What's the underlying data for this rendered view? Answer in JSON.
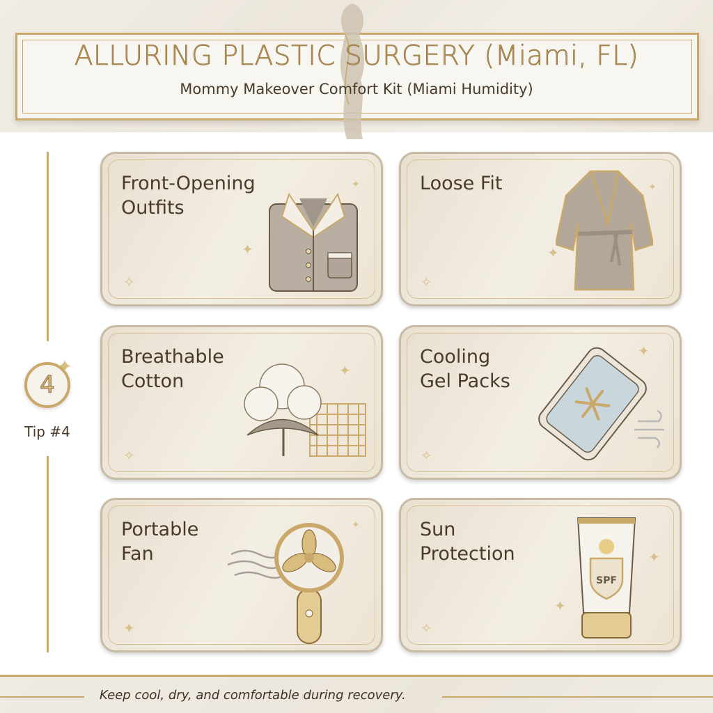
{
  "header": {
    "title": "ALLURING PLASTIC SURGERY (Miami, FL)",
    "subtitle": "Mommy Makeover Comfort Kit (Miami Humidity)"
  },
  "tip": {
    "number": "4",
    "label": "Tip #4"
  },
  "cards": [
    {
      "label": "Front-Opening\nOutfits",
      "icon": "pajama-shirt-icon"
    },
    {
      "label": "Loose Fit",
      "icon": "robe-icon"
    },
    {
      "label": "Breathable\nCotton",
      "icon": "cotton-boll-icon"
    },
    {
      "label": "Cooling\nGel Packs",
      "icon": "gel-pack-snowflake-icon"
    },
    {
      "label": "Portable\nFan",
      "icon": "handheld-fan-icon"
    },
    {
      "label": "Sun\nProtection",
      "icon": "sunscreen-tube-icon"
    }
  ],
  "sunscreen_badge": "SPF",
  "footer": {
    "text": "Keep cool, dry, and comfortable during recovery."
  },
  "colors": {
    "gold": "#c9a86a",
    "text_dark": "#4a3a28",
    "card_bg": "#efe8da"
  }
}
